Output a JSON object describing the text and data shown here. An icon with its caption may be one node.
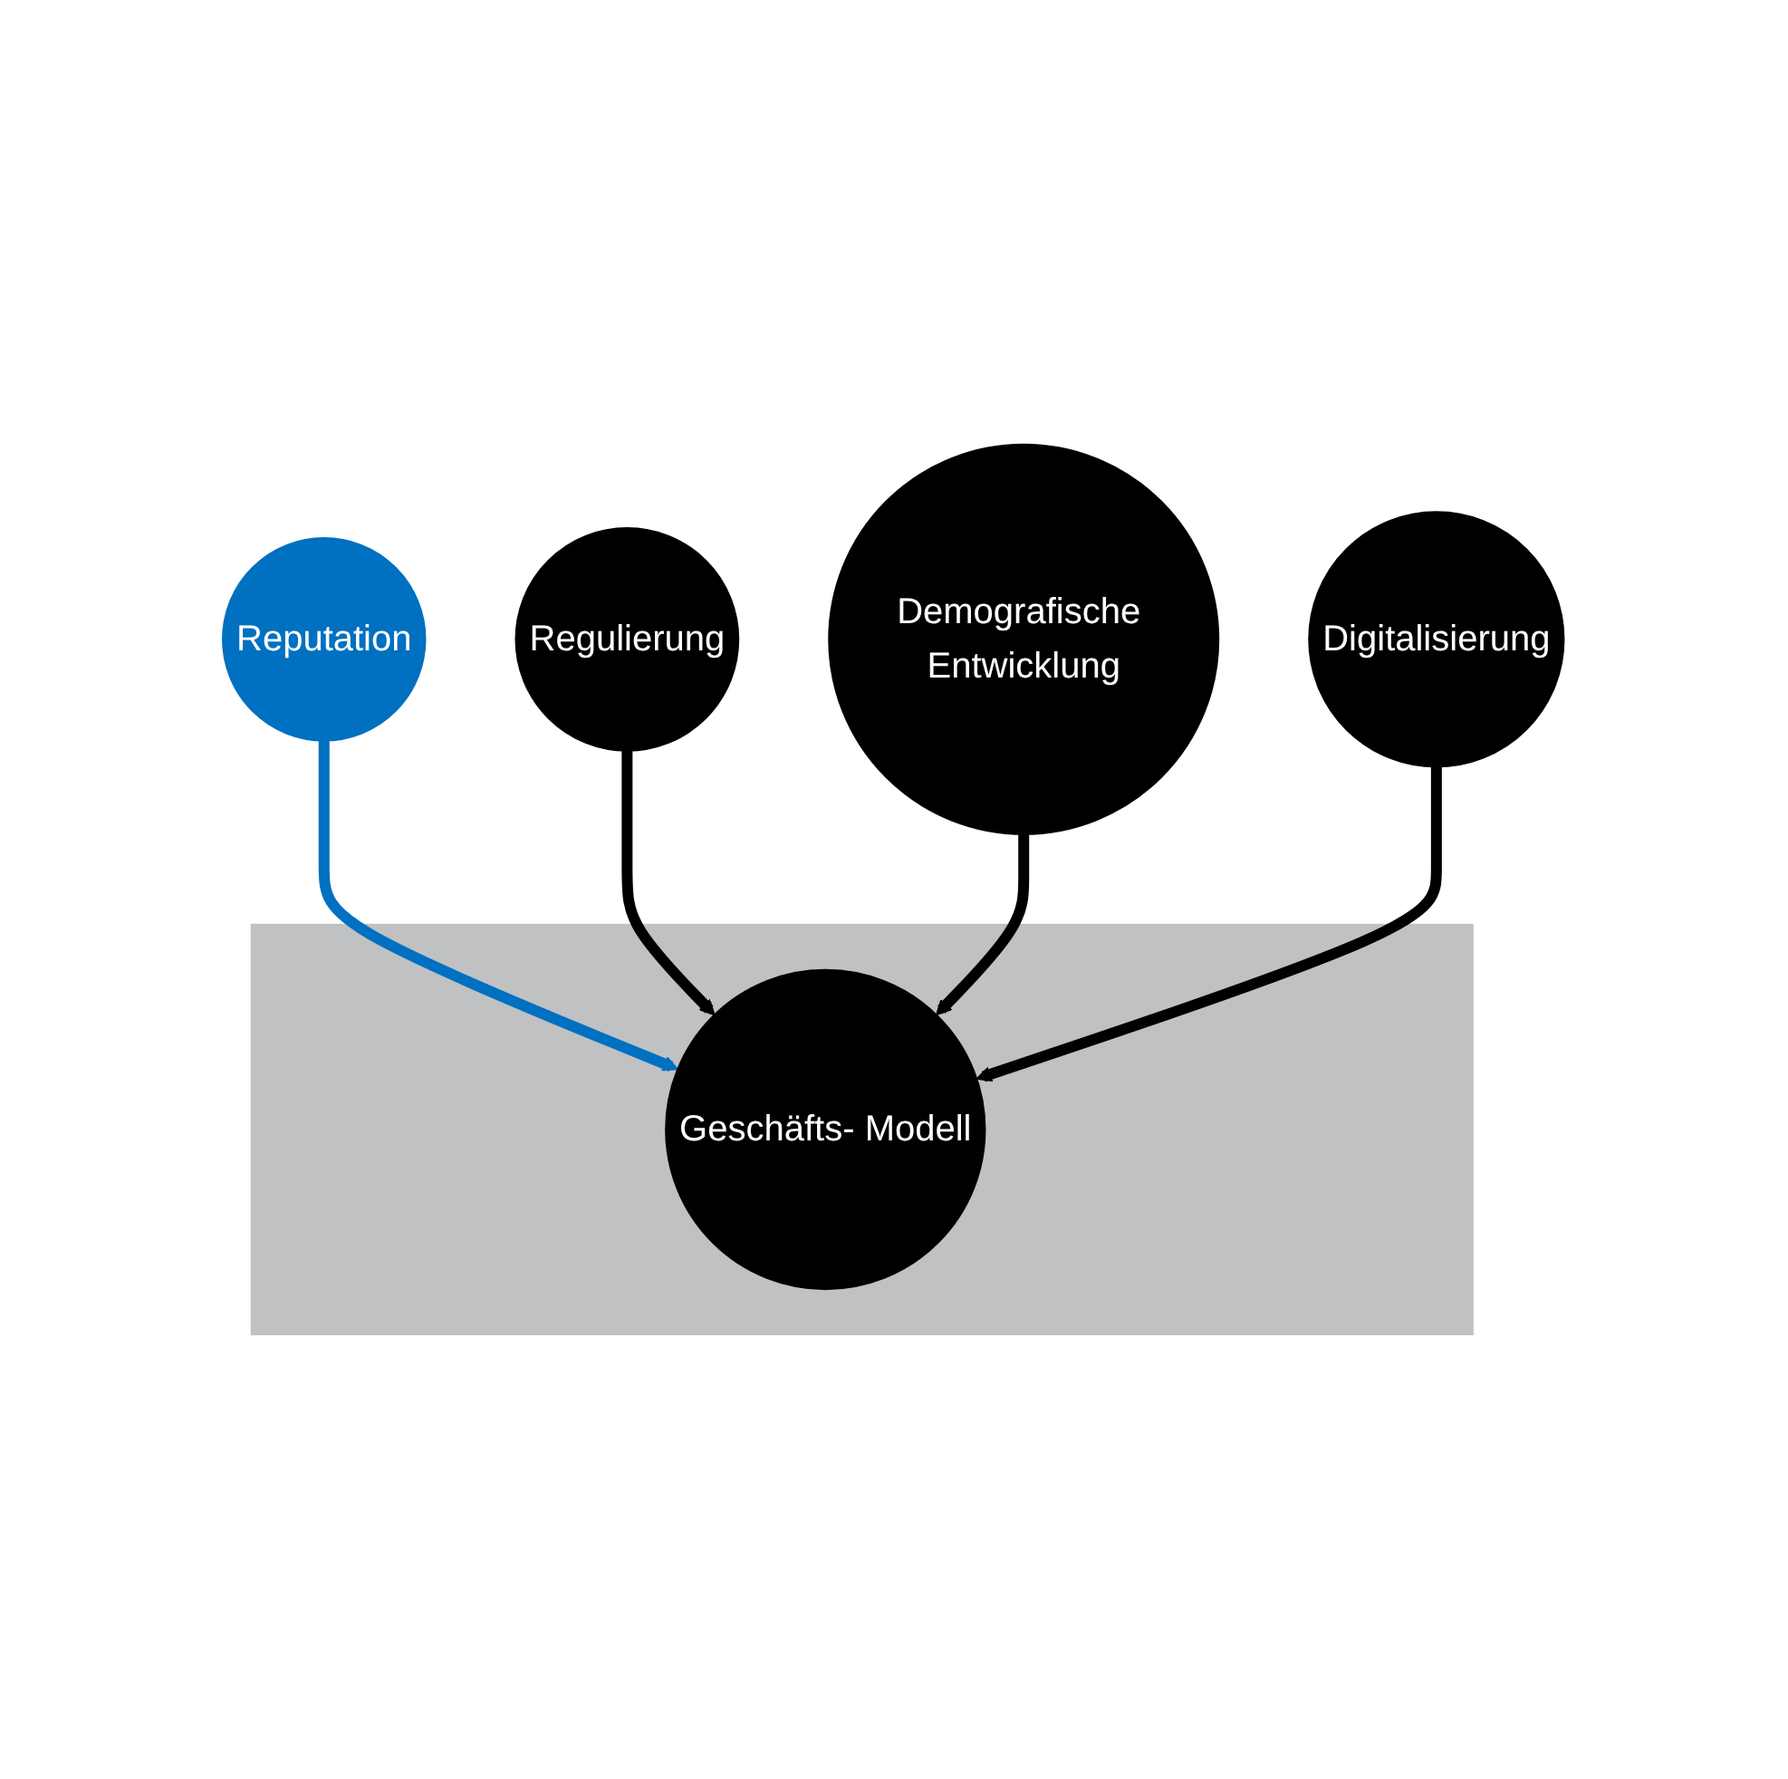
{
  "diagram": {
    "nodes": [
      {
        "text": [
          "Reputation"
        ]
      },
      {
        "text": [
          "Regulierung"
        ]
      },
      {
        "text": [],
        "shape": "box"
      },
      {
        "text": [
          "Geschäfts- Modell"
        ],
        "in": 2
      },
      {
        "text": [
          "Demografische Entwicklung"
        ]
      },
      {
        "text": [
          "Digitalisierung"
        ]
      }
    ],
    "edges": [
      {
        "from": 0,
        "to": 3,
        "arrow": "to",
        "color": "#0070c0"
      },
      {
        "from": 1,
        "to": 3,
        "arrow": "to"
      },
      {
        "from": 4,
        "to": 3,
        "arrow": "to"
      },
      {
        "from": 5,
        "to": 3,
        "arrow": "to"
      }
    ]
  }
}
